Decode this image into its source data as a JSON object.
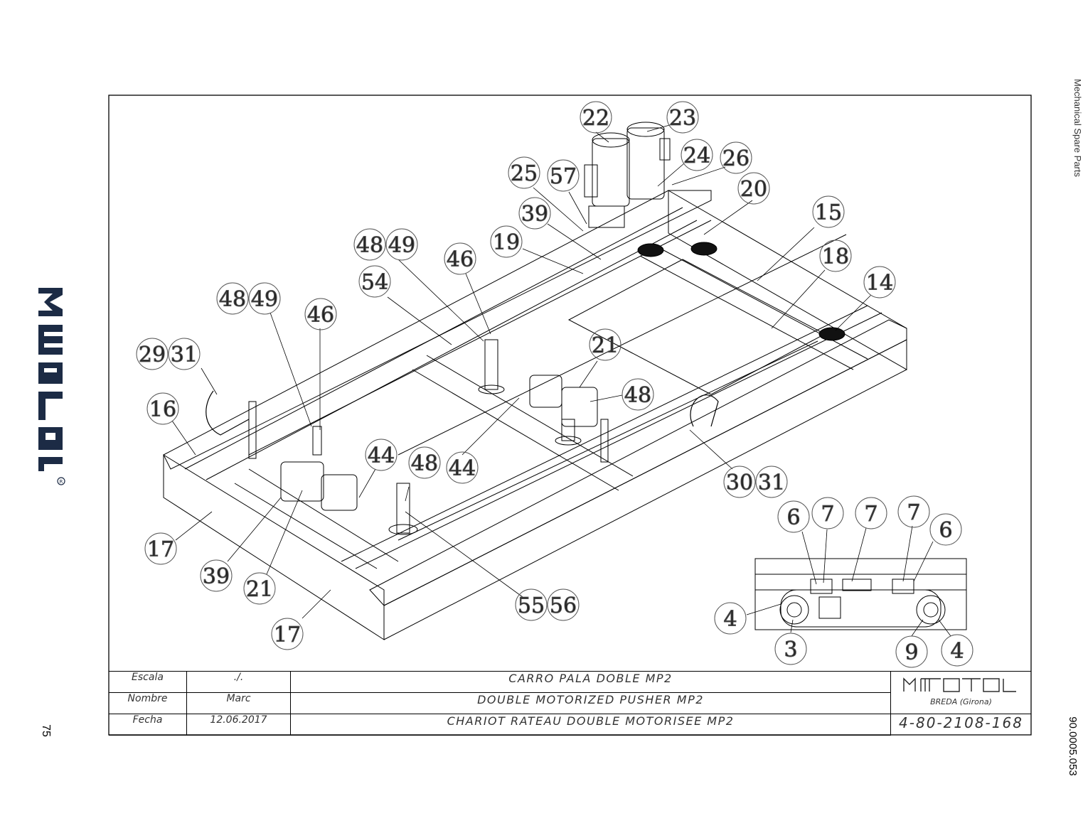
{
  "page": {
    "page_number": "75",
    "doc_code": "90.0005.053",
    "side_caption": "Mechanical Spare Parts"
  },
  "title_block": {
    "scale_label": "Escala",
    "scale_value": "./.",
    "name_label": "Nombre",
    "name_value": "Marc",
    "date_label": "Fecha",
    "date_value": "12.06.2017",
    "title_es": "CARRO PALA DOBLE MP2",
    "title_en": "DOUBLE MOTORIZED PUSHER MP2",
    "title_fr": "CHARIOT RATEAU DOUBLE MOTORISEE MP2",
    "location": "BREDA (Girona)",
    "drawing_number": "4-80-2108-168"
  },
  "callouts": [
    "22",
    "23",
    "24",
    "26",
    "25",
    "57",
    "20",
    "39",
    "15",
    "19",
    "48",
    "49",
    "46",
    "18",
    "54",
    "14",
    "48",
    "49",
    "46",
    "21",
    "29",
    "31",
    "48",
    "16",
    "44",
    "48",
    "44",
    "30",
    "31",
    "17",
    "39",
    "21",
    "17",
    "55",
    "56",
    "6",
    "7",
    "7",
    "7",
    "6",
    "4",
    "3",
    "9",
    "4"
  ],
  "colors": {
    "line": "#000000",
    "callout_stroke": "#555555",
    "logo": "#1c2b45"
  }
}
